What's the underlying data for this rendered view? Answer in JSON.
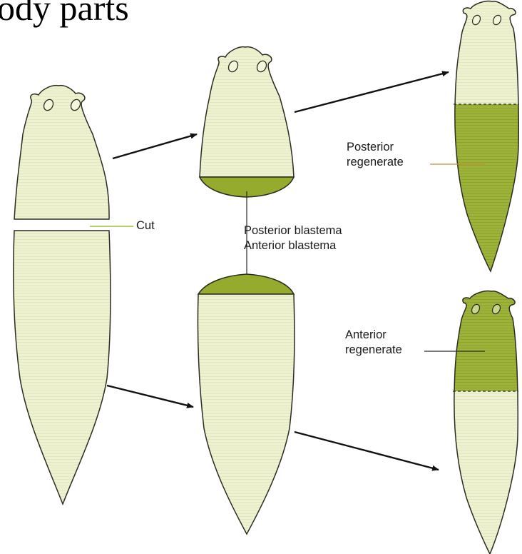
{
  "title": "ody parts",
  "labels": {
    "cut": "Cut",
    "posterior_blastema": "Posterior blastema",
    "anterior_blastema": "Anterior  blastema",
    "posterior_regenerate": [
      "Posterior",
      "regenerate"
    ],
    "anterior_regenerate": [
      "Anterior",
      "regenerate"
    ]
  },
  "colors": {
    "body": "#eef1d2",
    "regenerate": "#9db23a",
    "blastema": "#94ab2e",
    "outline": "#2b2b22",
    "leader_line": "#9ec43a",
    "arrow": "#111111"
  }
}
